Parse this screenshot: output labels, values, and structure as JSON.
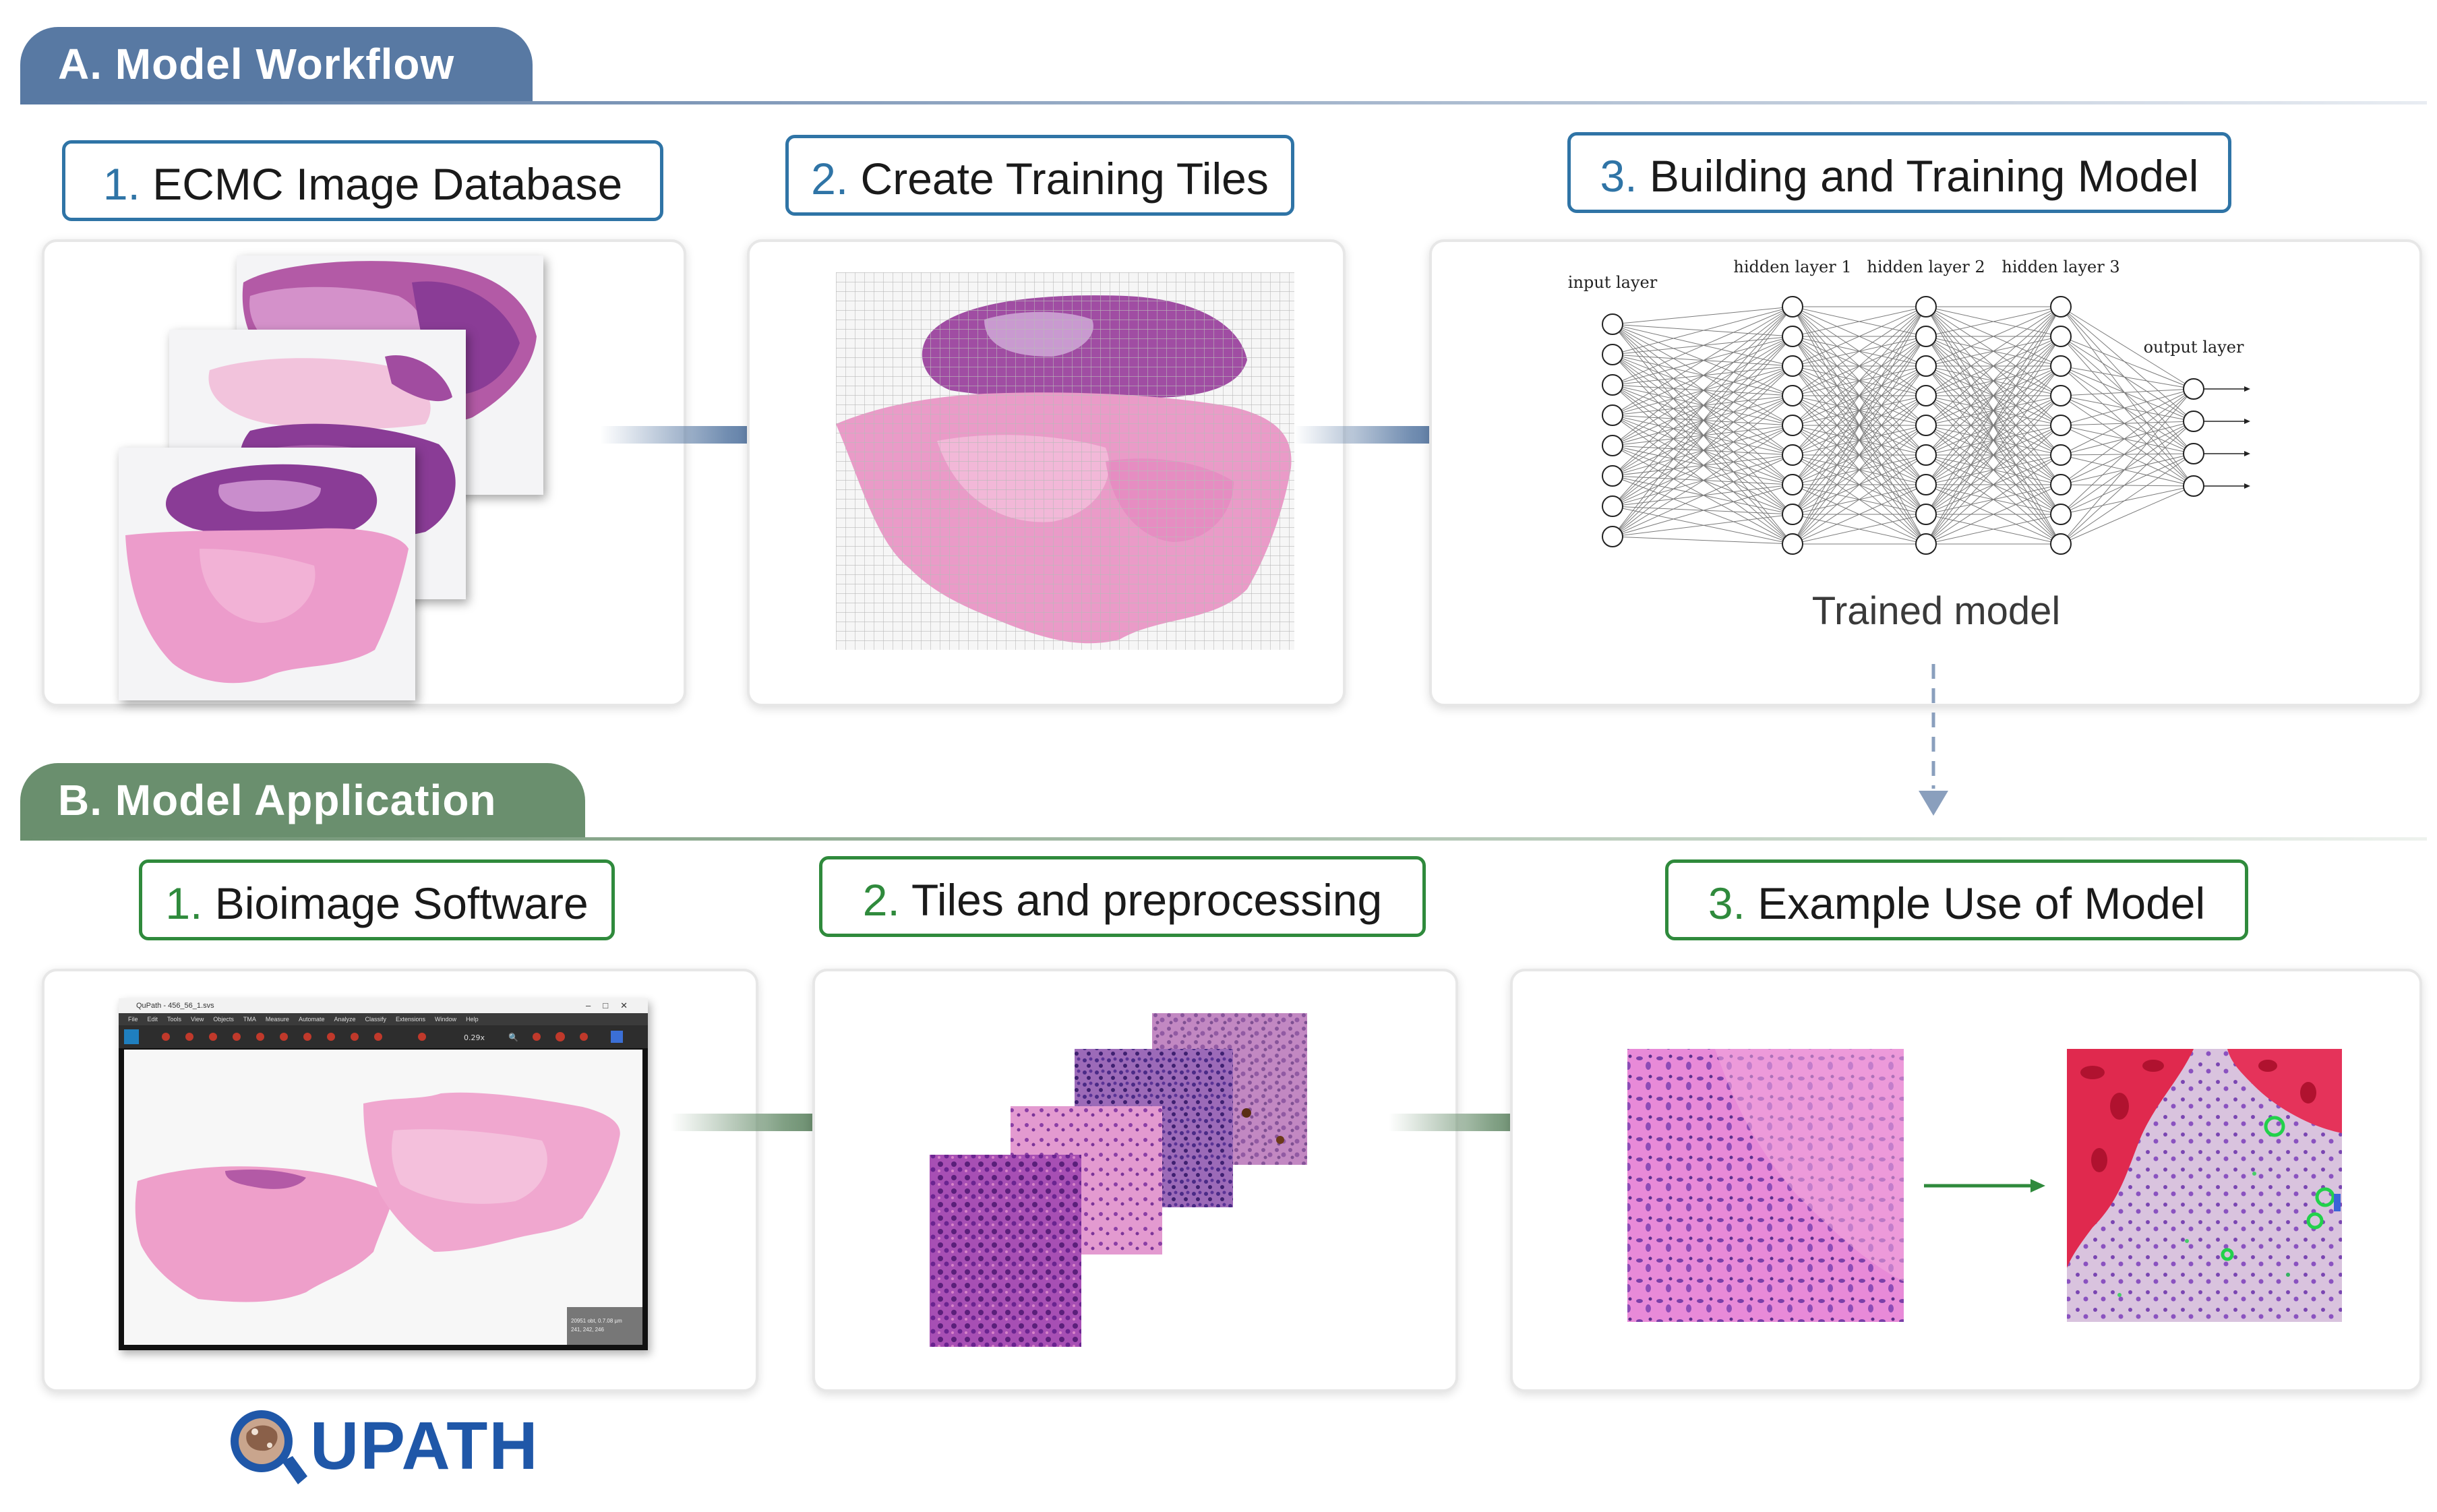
{
  "section_a": {
    "title": "A. Model Workflow",
    "steps": [
      {
        "num": "1.",
        "label": "ECMC Image Database"
      },
      {
        "num": "2.",
        "label": "Create Training Tiles"
      },
      {
        "num": "3.",
        "label": "Building and Training Model"
      }
    ],
    "network": {
      "input_label": "input layer",
      "hidden_labels": [
        "hidden layer 1",
        "hidden layer 2",
        "hidden layer 3"
      ],
      "output_label": "output layer",
      "caption": "Trained model"
    }
  },
  "section_b": {
    "title": "B. Model Application",
    "steps": [
      {
        "num": "1.",
        "label": "Bioimage Software"
      },
      {
        "num": "2.",
        "label": "Tiles and preprocessing"
      },
      {
        "num": "3.",
        "label": "Example Use of Model"
      }
    ],
    "software": {
      "window_title": "QuPath - 456_56_1.svs",
      "menu": [
        "File",
        "Edit",
        "Tools",
        "View",
        "Objects",
        "TMA",
        "Measure",
        "Automate",
        "Analyze",
        "Classify",
        "Extensions",
        "Window",
        "Help"
      ],
      "zoom": "0.29x",
      "status_lines": [
        "20951 obt, 0.7.08 µm",
        "241, 242, 246"
      ]
    },
    "logo_text": "UPATH"
  },
  "colors": {
    "blue_section": "#5879a3",
    "green_section": "#6a8f6e",
    "blue_border": "#2f74a6",
    "green_border": "#2f8a3c",
    "tissue_pink": "#e58fc2",
    "tissue_purple": "#8a3c96"
  }
}
